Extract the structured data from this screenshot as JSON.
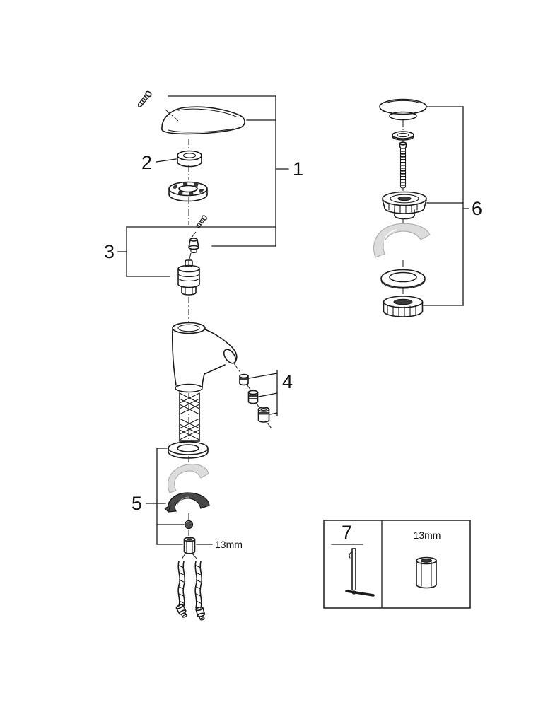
{
  "diagram": {
    "type": "exploded-parts-diagram",
    "background_color": "#ffffff",
    "line_color": "#1a1a1a",
    "ghost_part_color": "#dcdcdc",
    "callouts": {
      "c1": "1",
      "c2": "2",
      "c3": "3",
      "c4": "4",
      "c5": "5",
      "c6": "6",
      "c7": "7"
    },
    "dimensions": {
      "main_nut_size": "13mm",
      "legend_nut_size": "13mm"
    }
  }
}
